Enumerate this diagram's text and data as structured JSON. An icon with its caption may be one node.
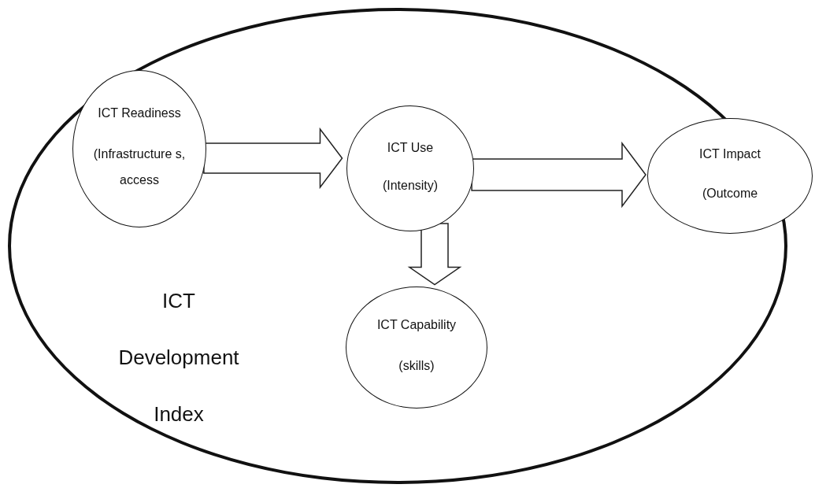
{
  "diagram": {
    "nodes": [
      {
        "text": [
          "ICT Development Index"
        ]
      },
      {
        "text": [
          "ICT Readiness",
          "(Infrastructure s, access"
        ],
        "in": 0
      },
      {
        "text": [
          "ICT Use",
          "(Intensity)"
        ],
        "in": 0
      },
      {
        "text": [
          "ICT Capability",
          "(skills)"
        ],
        "in": 0
      },
      {
        "text": [
          "ICT Impact",
          "(Outcome"
        ]
      }
    ],
    "edges": [
      {
        "from": 1,
        "to": 2,
        "arrow": "to"
      },
      {
        "from": 2,
        "to": 4,
        "arrow": "to"
      },
      {
        "from": 2,
        "to": 3,
        "arrow": "to"
      }
    ]
  }
}
